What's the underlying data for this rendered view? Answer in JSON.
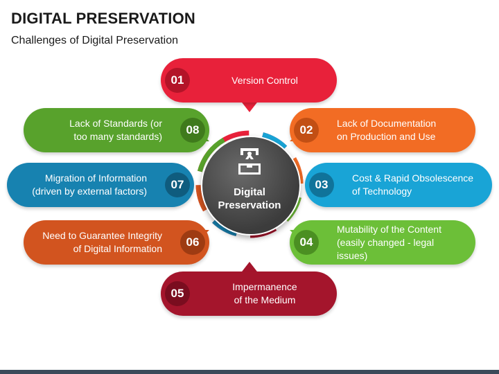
{
  "header": {
    "title": "DIGITAL PRESERVATION",
    "subtitle": "Challenges of Digital Preservation"
  },
  "hub": {
    "line1": "Digital",
    "line2": "Preservation",
    "icon": "archive-box-icon"
  },
  "items": [
    {
      "num": "01",
      "line1": "Version Control",
      "line2": "",
      "color": "#e8213a",
      "badge": "#b31428"
    },
    {
      "num": "02",
      "line1": "Lack of Documentation",
      "line2": "on Production and Use",
      "color": "#f26c24",
      "badge": "#c24f14"
    },
    {
      "num": "03",
      "line1": "Cost & Rapid Obsolescence",
      "line2": "of Technology",
      "color": "#19a4d6",
      "badge": "#10739a"
    },
    {
      "num": "04",
      "line1": "Mutability of the Content",
      "line2": "(easily changed - legal issues)",
      "color": "#6cbf38",
      "badge": "#4b8f22"
    },
    {
      "num": "05",
      "line1": "Impermanence",
      "line2": "of the Medium",
      "color": "#a4152c",
      "badge": "#7a0d1f"
    },
    {
      "num": "06",
      "line1": "Need to Guarantee Integrity",
      "line2": "of Digital Information",
      "color": "#d2541f",
      "badge": "#9e3b12"
    },
    {
      "num": "07",
      "line1": "Migration of Information",
      "line2": "(driven by external factors)",
      "color": "#1782b0",
      "badge": "#0f5c7e"
    },
    {
      "num": "08",
      "line1": "Lack of Standards (or",
      "line2": "too many standards)",
      "color": "#58a22c",
      "badge": "#3f7a1c"
    }
  ]
}
